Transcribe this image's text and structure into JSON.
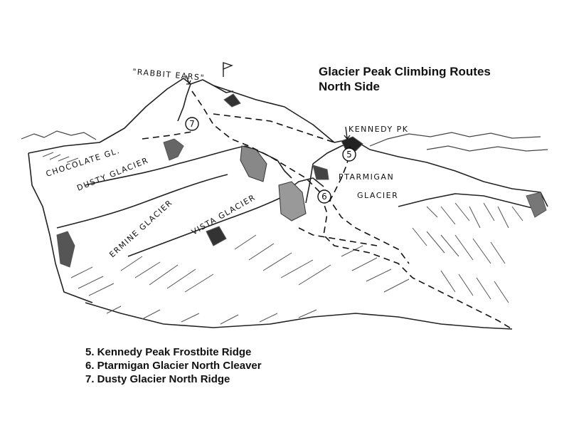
{
  "title": {
    "line1": "Glacier Peak Climbing Routes",
    "line2": "North Side"
  },
  "labels": {
    "rabbit_ears": "\"RABBIT EARS\"",
    "kennedy_pk": "KENNEDY PK",
    "chocolate_gl": "CHOCOLATE GL.",
    "dusty_glacier": "DUSTY GLACIER",
    "ermine_glacier": "ERMINE GLACIER",
    "vista_glacier": "VISTA GLACIER",
    "ptarmigan_glacier_1": "PTARMIGAN",
    "ptarmigan_glacier_2": "GLACIER"
  },
  "route_markers": [
    "5",
    "6",
    "7"
  ],
  "legend": [
    "5. Kennedy Peak Frostbite Ridge",
    "6. Ptarmigan Glacier North Cleaver",
    "7. Dusty Glacier North Ridge"
  ]
}
